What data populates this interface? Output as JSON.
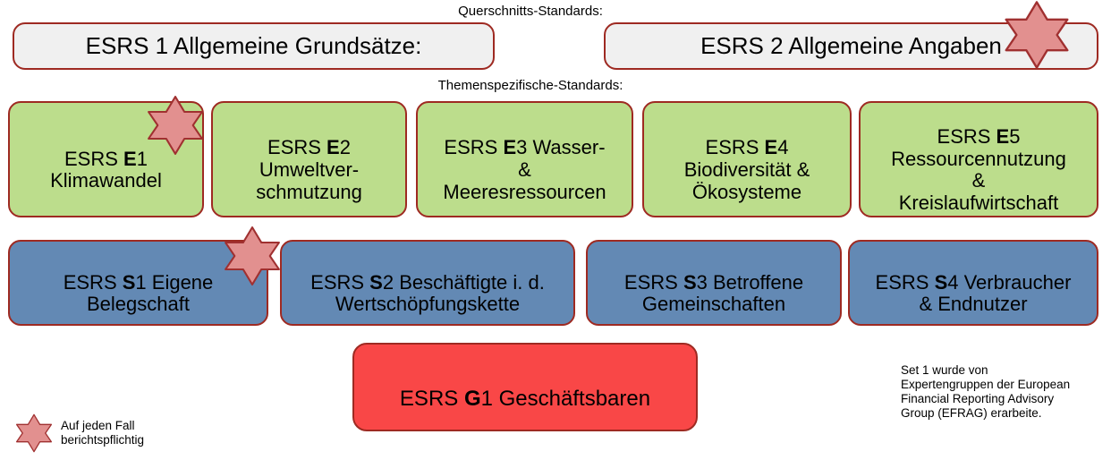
{
  "diagram": {
    "title_cross": "Querschnitts-Standards:",
    "title_topic": "Themenspezifische-Standards:",
    "colors": {
      "cross_box_fill": "#f0f0f0",
      "environment_fill": "#bcdd8c",
      "social_fill": "#6389b4",
      "governance_fill": "#f94747",
      "border": "#9e2a22",
      "star_fill": "#e2908f",
      "star_stroke": "#a03030"
    },
    "cross_standards": [
      {
        "id": "esrs-1",
        "prefix": "ESRS ",
        "code_bold": "",
        "text": "ESRS 1 Allgemeine Grundsätze:",
        "starred": false
      },
      {
        "id": "esrs-2",
        "prefix": "ESRS ",
        "code_bold": "",
        "text": "ESRS 2 Allgemeine Angaben",
        "starred": true
      }
    ],
    "environment_standards": [
      {
        "id": "esrs-e1",
        "pre": "ESRS ",
        "bold": "E",
        "post": "1\nKlimawandel",
        "starred": true
      },
      {
        "id": "esrs-e2",
        "pre": "ESRS ",
        "bold": "E",
        "post": "2\nUmweltver-\nschmutzung",
        "starred": false
      },
      {
        "id": "esrs-e3",
        "pre": "ESRS ",
        "bold": "E",
        "post": "3 Wasser-\n&\nMeeresressourcen",
        "starred": false
      },
      {
        "id": "esrs-e4",
        "pre": "ESRS ",
        "bold": "E",
        "post": "4\nBiodiversität &\nÖkosysteme",
        "starred": false
      },
      {
        "id": "esrs-e5",
        "pre": "ESRS ",
        "bold": "E",
        "post": "5\nRessourcennutzung\n&\nKreislaufwirtschaft",
        "starred": false
      }
    ],
    "social_standards": [
      {
        "id": "esrs-s1",
        "pre": "ESRS ",
        "bold": "S",
        "post": "1 Eigene\nBelegschaft",
        "starred": true
      },
      {
        "id": "esrs-s2",
        "pre": "ESRS ",
        "bold": "S",
        "post": "2 Beschäftigte i. d.\nWertschöpfungskette",
        "starred": false
      },
      {
        "id": "esrs-s3",
        "pre": "ESRS ",
        "bold": "S",
        "post": "3 Betroffene\nGemeinschaften",
        "starred": false
      },
      {
        "id": "esrs-s4",
        "pre": "ESRS ",
        "bold": "S",
        "post": "4 Verbraucher\n& Endnutzer",
        "starred": false
      }
    ],
    "governance_standards": [
      {
        "id": "esrs-g1",
        "pre": "ESRS ",
        "bold": "G",
        "post": "1 Geschäftsbaren",
        "starred": false
      }
    ],
    "side_note": "Set 1 wurde von\nExpertengruppen der European\nFinancial Reporting Advisory\nGroup (EFRAG) erarbeite.",
    "legend": {
      "icon": "star-icon",
      "text": "Auf jeden Fall\nberichtspflichtig"
    }
  }
}
